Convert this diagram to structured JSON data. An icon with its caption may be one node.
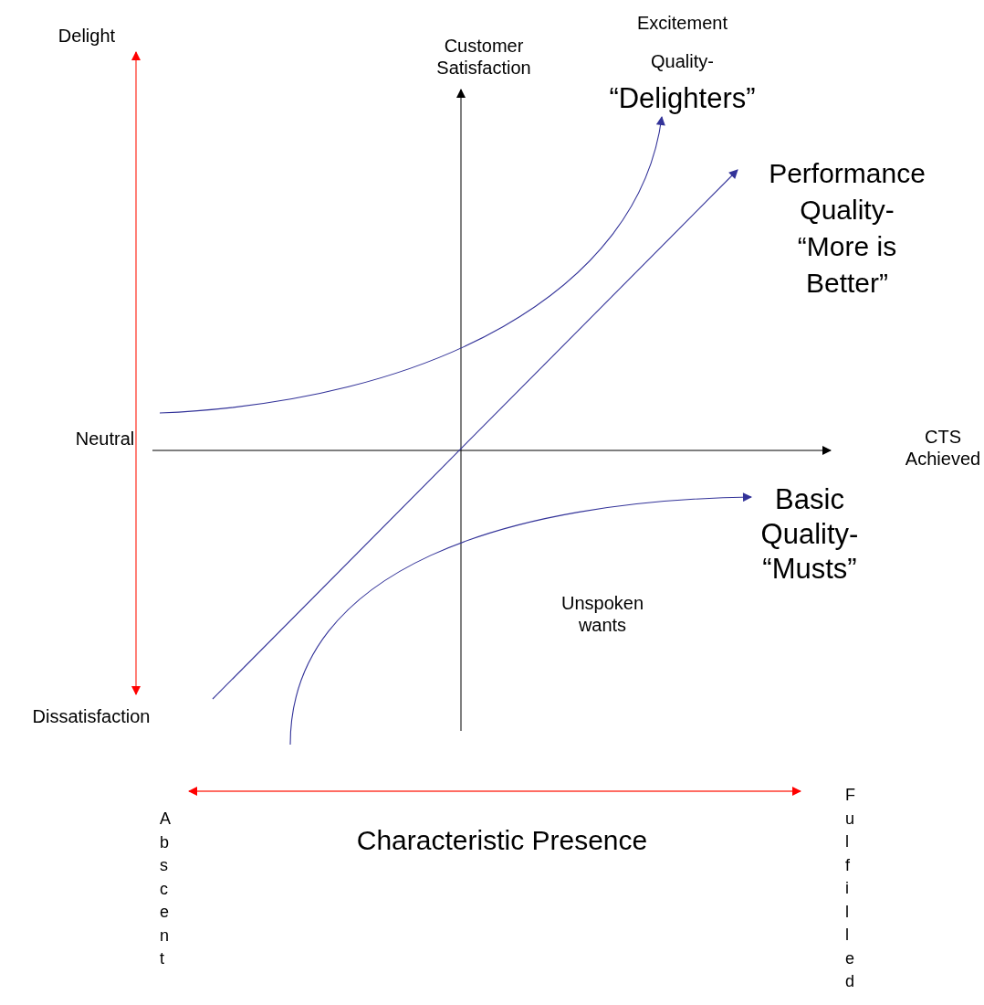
{
  "diagram": {
    "nodes": [
      {
        "text": [
          "Excitement Quality-",
          "“Delighters”"
        ]
      },
      {
        "text": [
          "Performance Quality- “More is Better”"
        ]
      },
      {
        "text": [
          "Basic Quality- “Musts”"
        ]
      }
    ],
    "edges": [
      {
        "from": null,
        "to": 0,
        "arrow": "to"
      },
      {
        "from": null,
        "to": 1,
        "arrow": "to"
      },
      {
        "from": null,
        "to": 2,
        "arrow": "to"
      }
    ],
    "labels": [
      "Delight",
      "Customer Satisfaction",
      "Neutral",
      "CTS Achieved",
      "Unspoken wants",
      "Dissatisfaction",
      "Abscent",
      "Characteristic Presence",
      "Fulfilled"
    ]
  }
}
